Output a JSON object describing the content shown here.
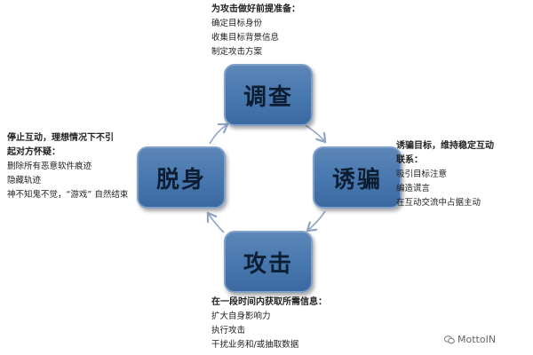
{
  "stages": {
    "investigate": "调查",
    "lure": "诱骗",
    "attack": "攻击",
    "escape": "脱身"
  },
  "notes": {
    "top": {
      "head": "为攻击做好前提准备：",
      "items": [
        "确定目标身份",
        "收集目标背景信息",
        "制定攻击方案"
      ]
    },
    "right": {
      "head_line1": "诱骗目标，维持稳定互动",
      "head_line2": "联系：",
      "items": [
        "吸引目标注意",
        "编造谎言",
        "在互动交流中占据主动"
      ]
    },
    "bottom": {
      "head": "在一段时间内获取所需信息：",
      "items": [
        "扩大自身影响力",
        "执行攻击",
        "干扰业务和/或抽取数据"
      ]
    },
    "left": {
      "head_line1": "停止互动，理想情况下不引",
      "head_line2": "起对方怀疑：",
      "items": [
        "删除所有恶意软件痕迹",
        "隐藏轨迹",
        "神不知鬼不觉，“游戏” 自然结束"
      ]
    }
  },
  "watermark": "MottoIN",
  "colors": {
    "box_fill": "#4677ae",
    "box_border": "#7fa0c8",
    "box_text": "#0d1e33",
    "arrow": "#8fa6c4"
  }
}
